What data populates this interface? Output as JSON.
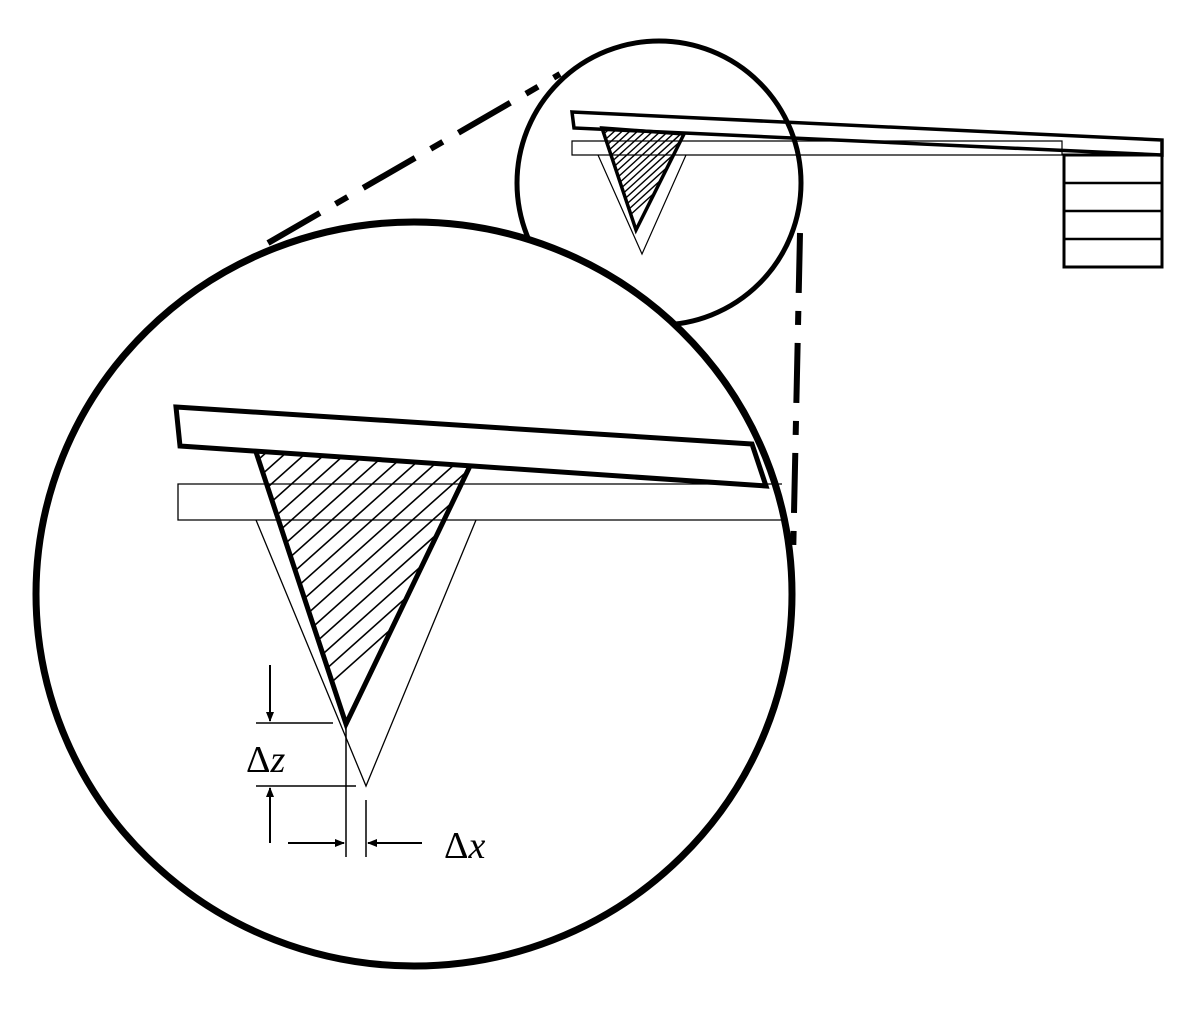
{
  "labels": {
    "delta_z_symbol": "Δ",
    "delta_z_var": "z",
    "delta_x_symbol": "Δ",
    "delta_x_var": "x"
  },
  "colors": {
    "stroke": "#000000",
    "background": "#ffffff"
  }
}
